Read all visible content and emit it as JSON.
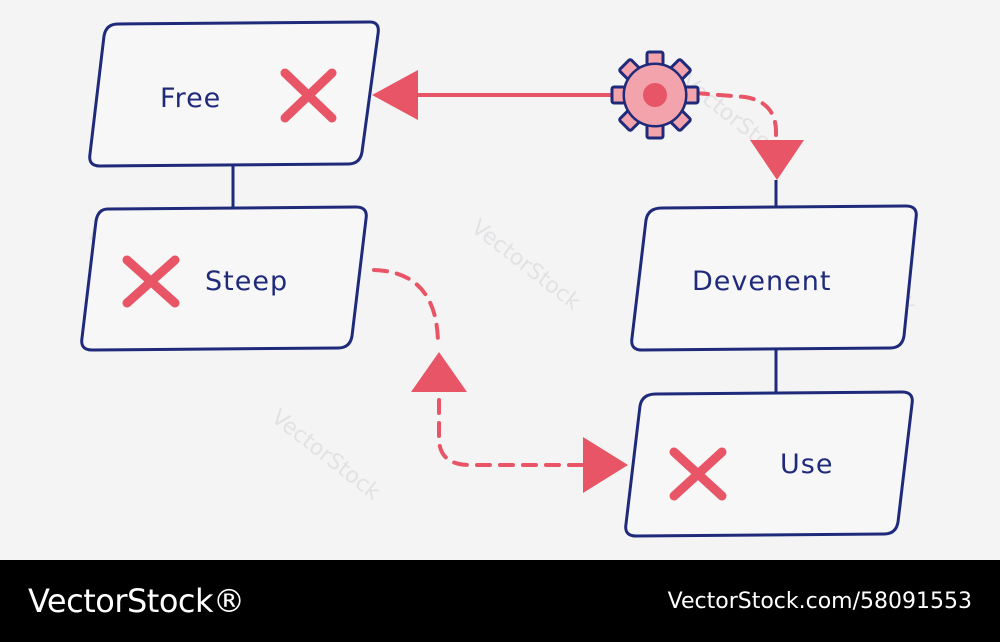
{
  "colors": {
    "background": "#f4f4f5",
    "box_stroke": "#1f2b7a",
    "accent": "#e85566",
    "gear_fill": "#f3a3ac",
    "footer_bg": "#000000",
    "footer_text": "#ffffff"
  },
  "nodes": {
    "free": {
      "label": "Free",
      "marked": true
    },
    "steep": {
      "label": "Steep",
      "marked": true
    },
    "devenent": {
      "label": "Devenent",
      "marked": false
    },
    "use": {
      "label": "Use",
      "marked": true
    }
  },
  "icons": {
    "cross": "cross-mark-icon",
    "gear": "gear-icon",
    "arrowhead": "arrowhead-icon"
  },
  "watermark": {
    "text": "VectorStock"
  },
  "footer": {
    "brand": "VectorStock®",
    "image_id": "VectorStock.com/58091553"
  }
}
